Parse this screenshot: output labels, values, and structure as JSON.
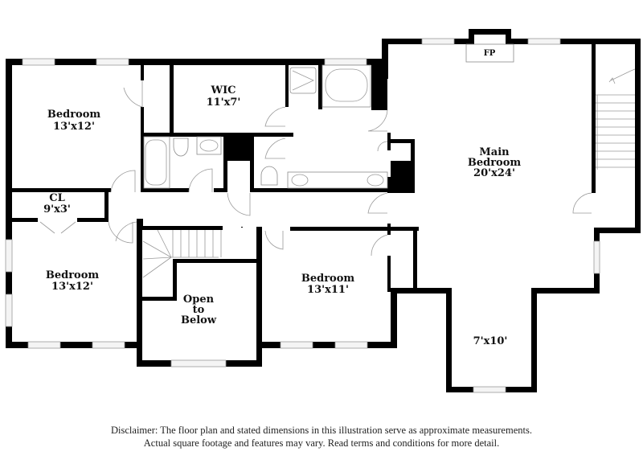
{
  "floor_plan": {
    "rooms": [
      {
        "id": "bedroom-nw",
        "name": "Bedroom",
        "dims": "13'x12'"
      },
      {
        "id": "wic",
        "name": "WIC",
        "dims": "11'x7'"
      },
      {
        "id": "main-bedroom",
        "name_line1": "Main",
        "name_line2": "Bedroom",
        "dims": "20'x24'"
      },
      {
        "id": "closet",
        "name": "CL",
        "dims": "9'x3'"
      },
      {
        "id": "bedroom-sw",
        "name": "Bedroom",
        "dims": "13'x12'"
      },
      {
        "id": "open-to-below",
        "line1": "Open",
        "line2": "to",
        "line3": "Below"
      },
      {
        "id": "bedroom-s",
        "name": "Bedroom",
        "dims": "13'x11'"
      },
      {
        "id": "alcove",
        "dims": "7'x10'"
      }
    ],
    "fireplace_label": "FP"
  },
  "disclaimer": {
    "line1": "Disclaimer: The floor plan and stated dimensions in this illustration serve as approximate measurements.",
    "line2": "Actual square footage and features may vary. Read terms and conditions for more detail."
  }
}
